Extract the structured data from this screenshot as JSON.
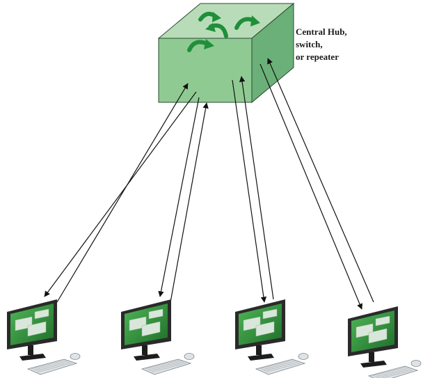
{
  "hub": {
    "label_lines": [
      "Central Hub,",
      "switch,",
      "or repeater"
    ],
    "colors": {
      "top": "#b9dcb8",
      "front": "#8fca93",
      "side": "#6ab078",
      "arrow": "#1f8f3a",
      "outline": "#2b4a32"
    }
  },
  "computers": [
    {
      "name": "computer-1"
    },
    {
      "name": "computer-2"
    },
    {
      "name": "computer-3"
    },
    {
      "name": "computer-4"
    }
  ],
  "link_color": "#111111",
  "screen_colors": {
    "bg": "#2e9a3e",
    "bg_dark": "#1f6e2a",
    "window": "#d9e6da",
    "bezel": "#2a2a2a",
    "base": "#1d1d1d",
    "keyboard": "#dfe3e6"
  }
}
